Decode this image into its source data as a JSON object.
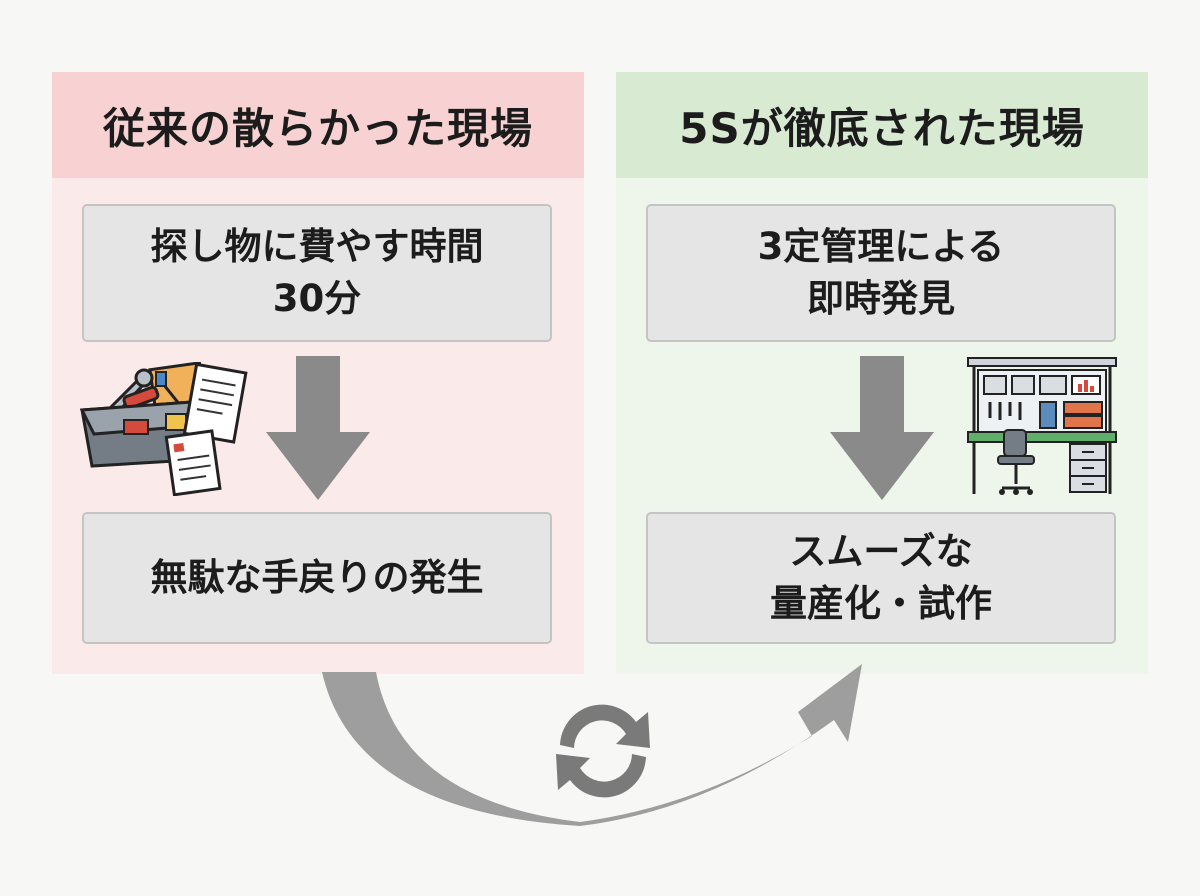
{
  "left_panel": {
    "header": "従来の散らかった現場",
    "top_box": {
      "line1": "探し物に費やす時間",
      "line2": "30分"
    },
    "bottom_box": {
      "line1": "無駄な手戻りの発生"
    },
    "illustration": "messy-toolbox-icon",
    "accent_color": "#f8d2d2"
  },
  "right_panel": {
    "header": "5Sが徹底された現場",
    "top_box": {
      "line1": "3定管理による",
      "line2": "即時発見"
    },
    "bottom_box": {
      "line1": "スムーズな",
      "line2": "量産化・試作"
    },
    "illustration": "organized-workbench-icon",
    "accent_color": "#d9ead3"
  },
  "transition": {
    "arrow": "curved-transition-arrow",
    "icon": "refresh-cycle-icon"
  }
}
